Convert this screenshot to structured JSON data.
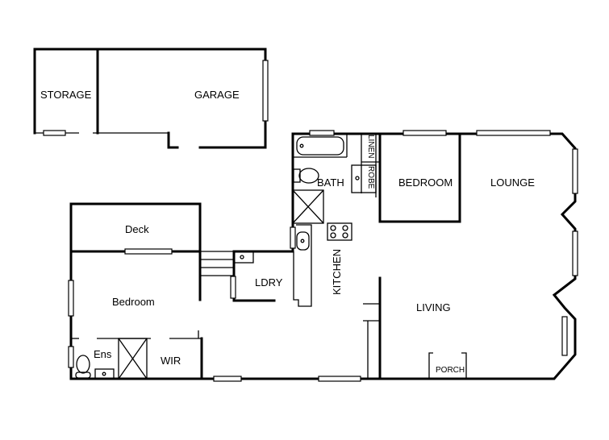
{
  "rooms": {
    "storage": "STORAGE",
    "garage": "GARAGE",
    "bath": "BATH",
    "linen": "LINEN",
    "robe": "ROBE",
    "bedroom_main": "BEDROOM",
    "lounge": "LOUNGE",
    "deck": "Deck",
    "ldry": "LDRY",
    "kitchen": "KITCHEN",
    "bedroom_left": "Bedroom",
    "living": "LIVING",
    "ens": "Ens",
    "wir": "WIR",
    "porch": "PORCH"
  }
}
